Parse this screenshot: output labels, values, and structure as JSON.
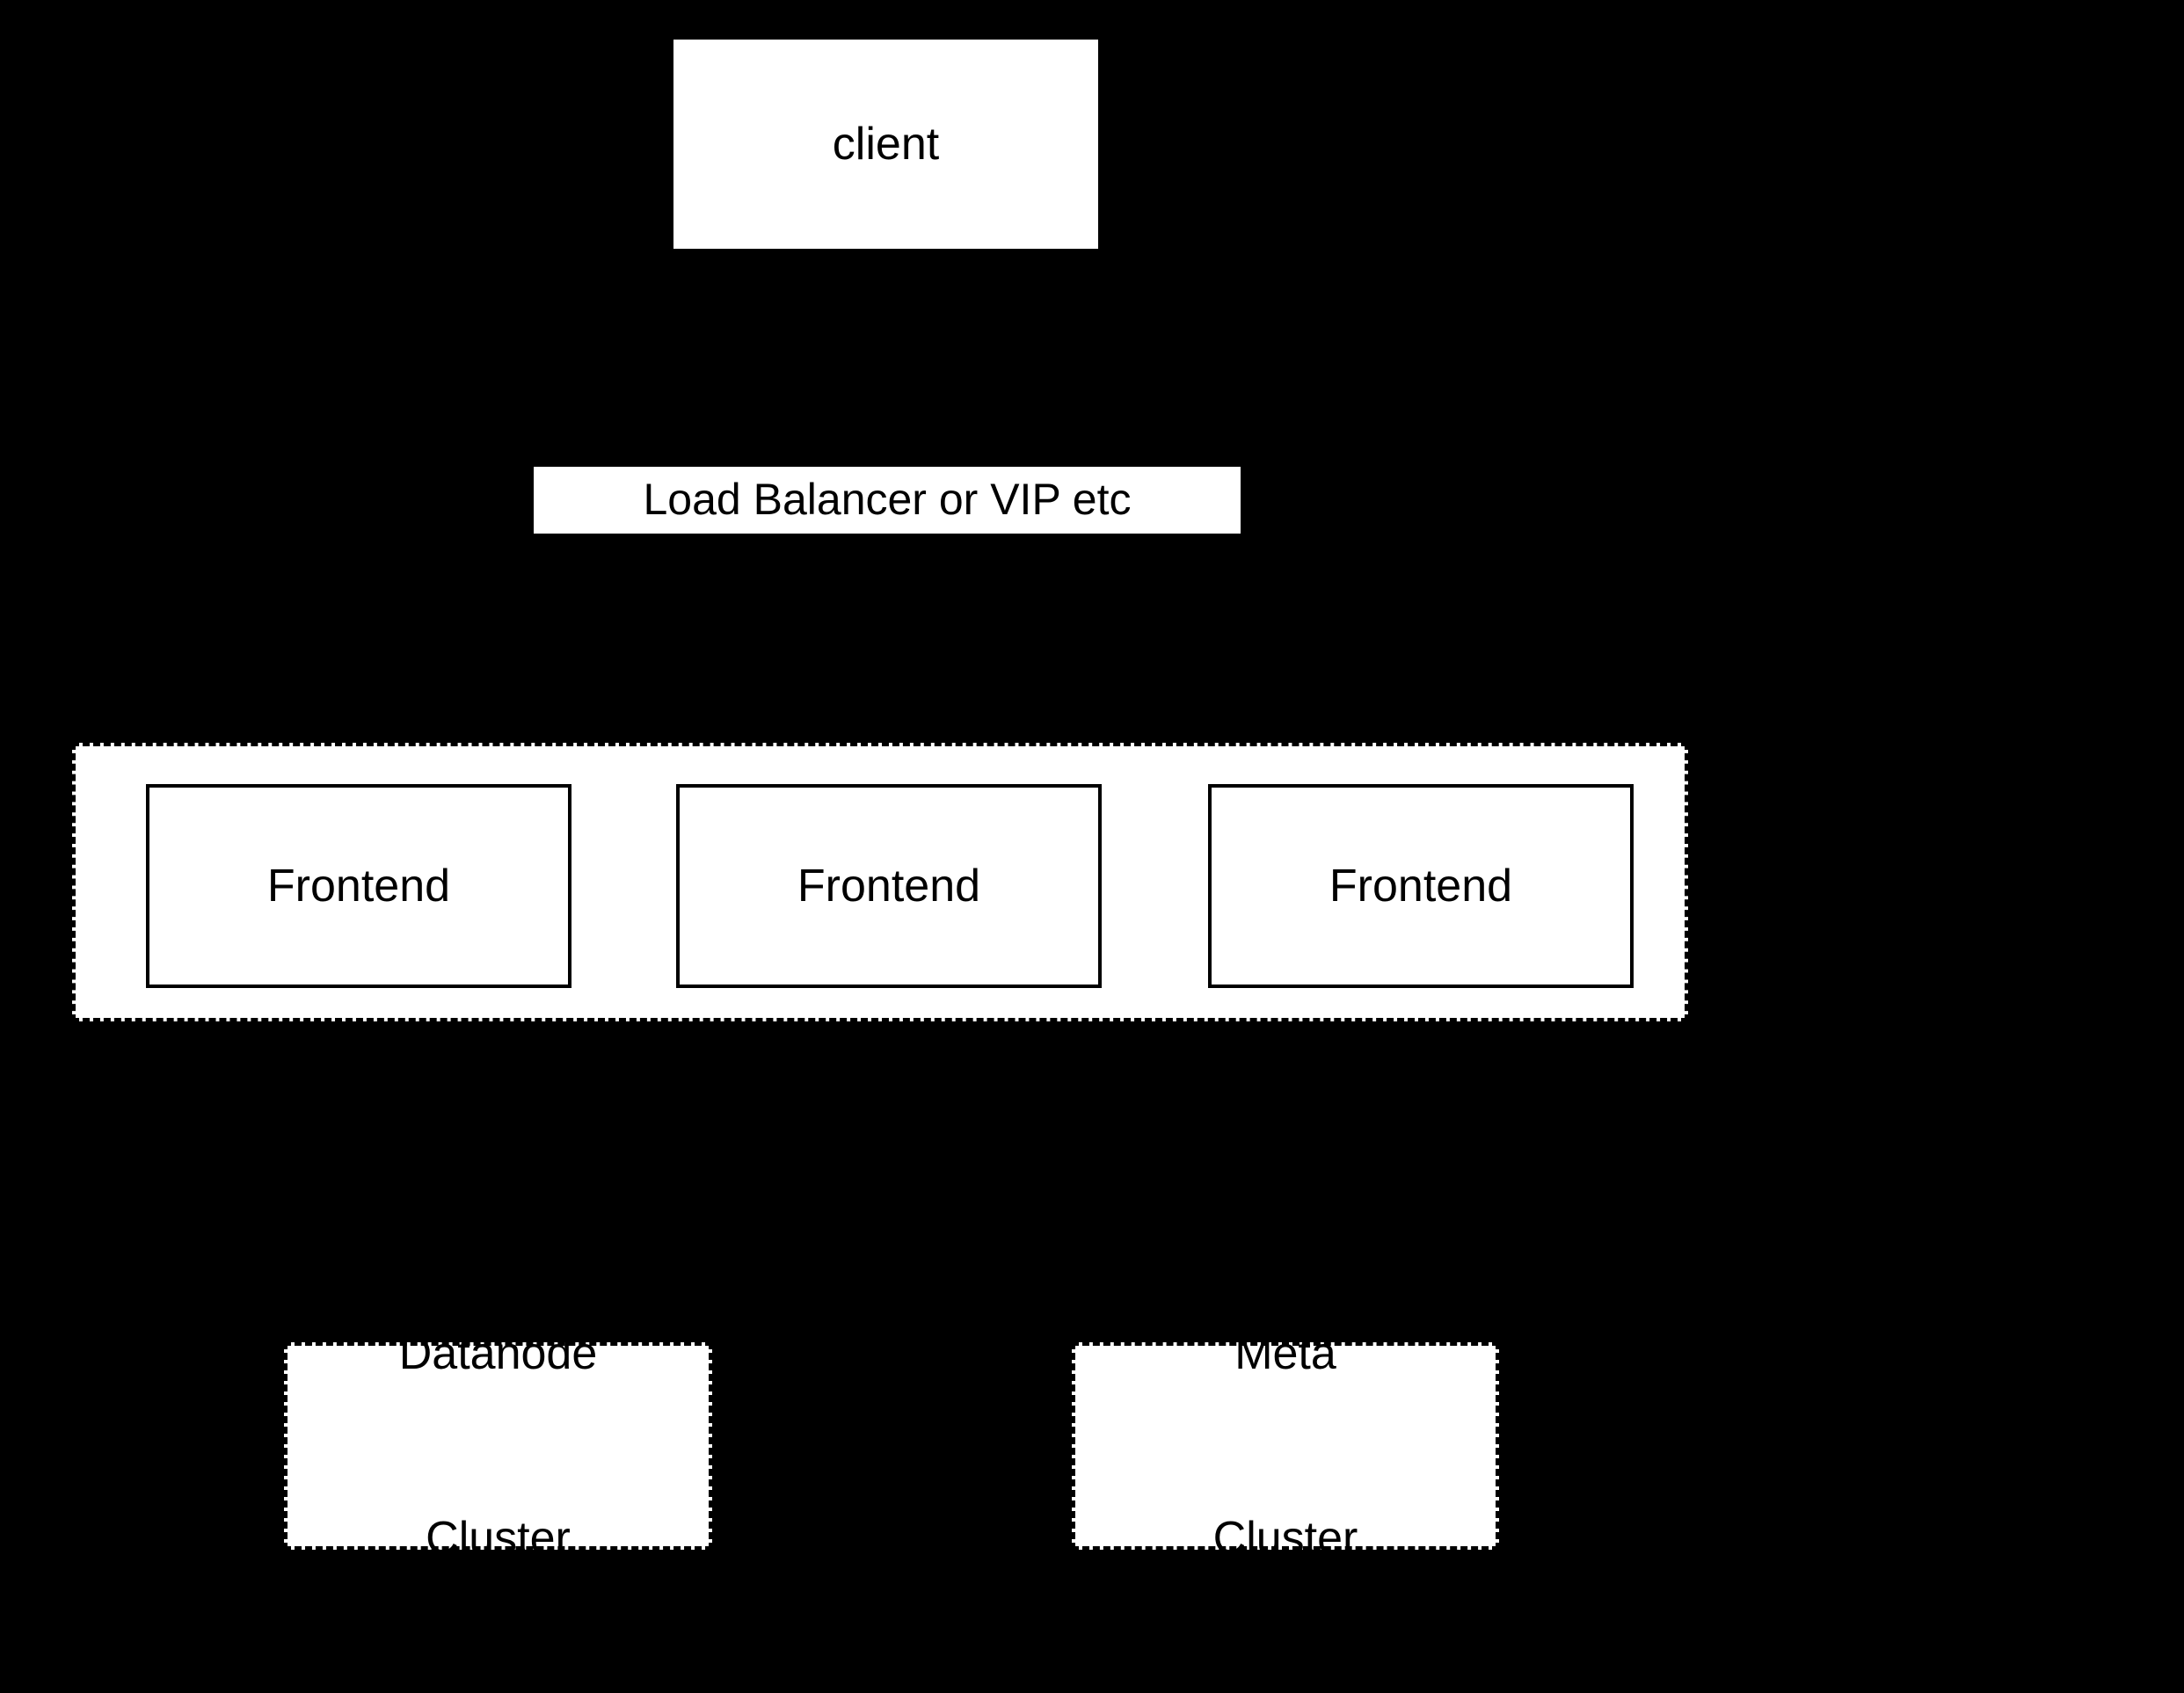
{
  "canvas": {
    "background_color": "#000000",
    "node_fill_color": "#ffffff",
    "border_color": "#000000",
    "text_color": "#000000"
  },
  "nodes": {
    "client": {
      "label": "client"
    },
    "load_balancer": {
      "label": "Load Balancer or VIP etc"
    },
    "frontend_group": {
      "frontends": [
        {
          "label": "Frontend"
        },
        {
          "label": "Frontend"
        },
        {
          "label": "Frontend"
        }
      ]
    },
    "datanode_cluster": {
      "lines": [
        "Datanode",
        "Cluster"
      ]
    },
    "meta_cluster": {
      "lines": [
        "Meta",
        "Cluster"
      ]
    }
  }
}
